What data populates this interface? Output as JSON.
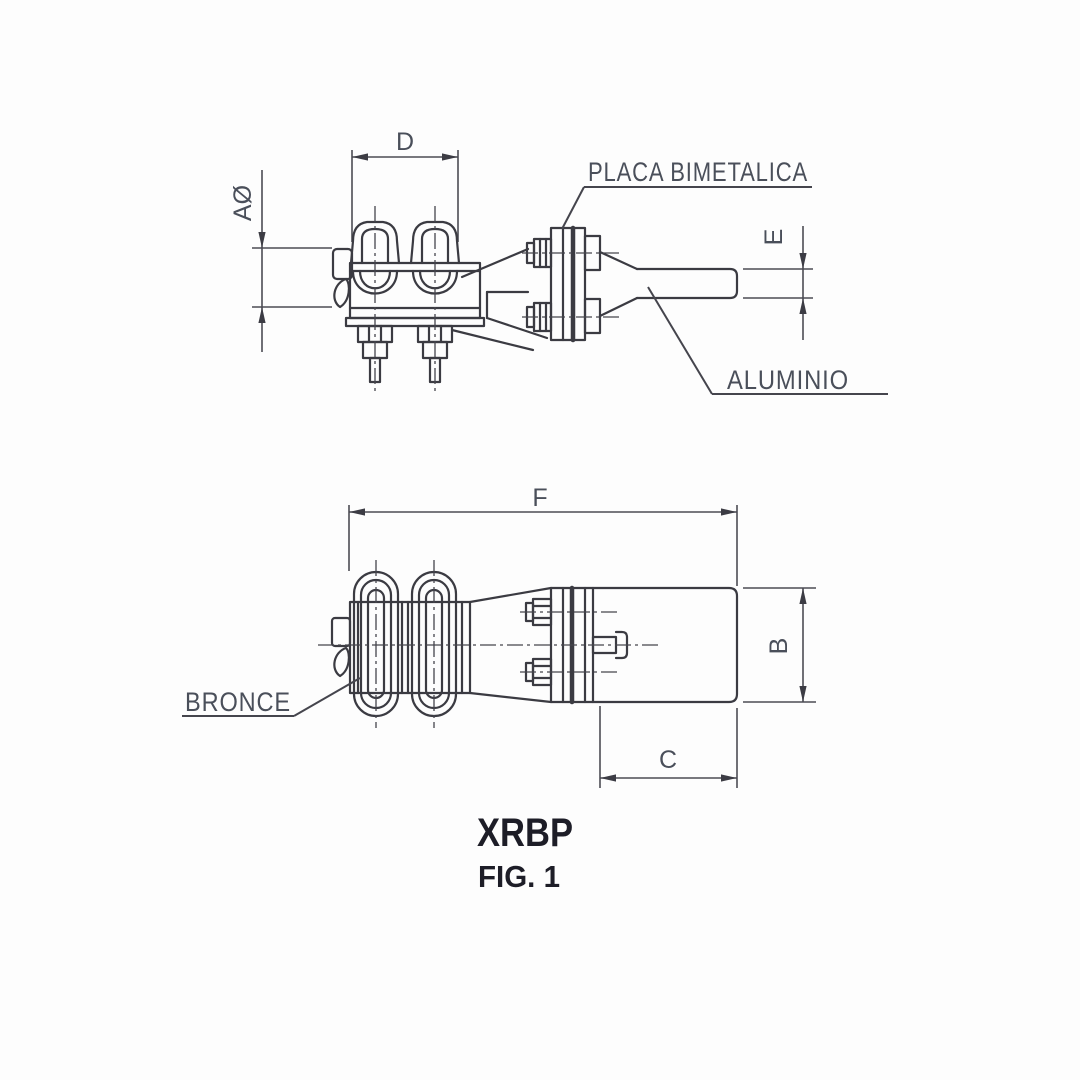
{
  "figure": {
    "title": "XRBP",
    "caption": "FIG. 1"
  },
  "material_labels": {
    "placa_bimetalica": "PLACA BIMETALICA",
    "aluminio": "ALUMINIO",
    "bronce": "BRONCE"
  },
  "dimension_labels": {
    "d": "D",
    "a": "AØ",
    "e": "E",
    "f": "F",
    "b": "B",
    "c": "C"
  }
}
